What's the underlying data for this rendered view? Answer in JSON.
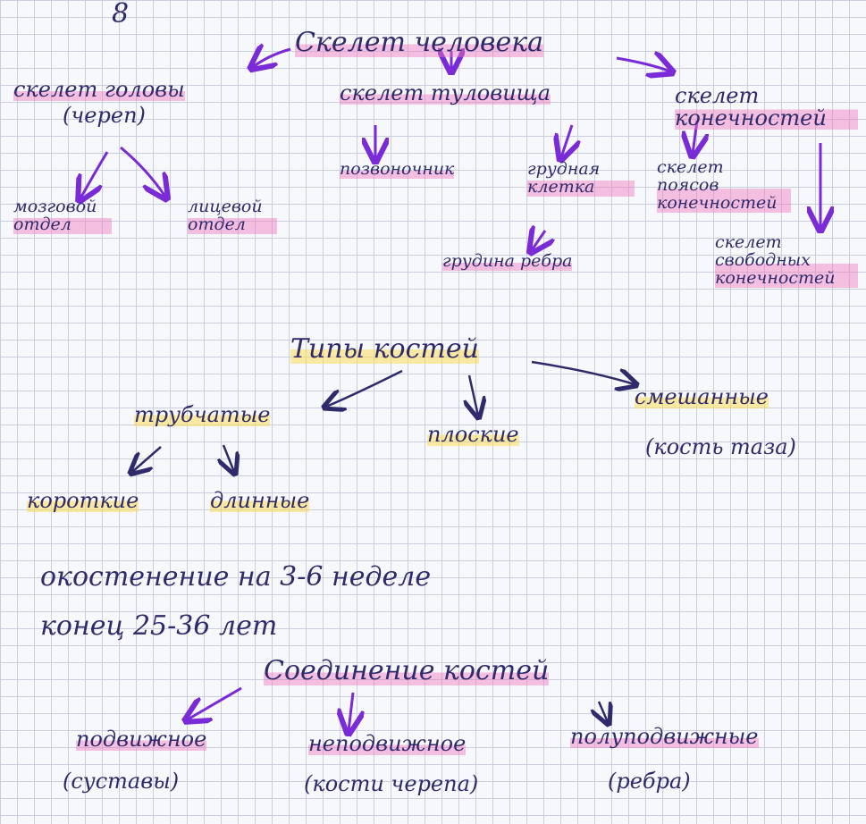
{
  "heading_fragment": "8",
  "skeleton": {
    "title": "Скелет человека",
    "head": "скелет головы",
    "head_sub": "(череп)",
    "cranial": "мозговой отдел",
    "facial": "лицевой отдел",
    "trunk": "скелет туловища",
    "spine": "позвоночник",
    "chest": "грудная клетка",
    "chest_parts": "грудина ребра",
    "limbs": "скелет конечностей",
    "girdles": "скелет поясов конечностей",
    "free_limbs": "скелет свободных конечностей"
  },
  "bone_types": {
    "title": "Типы костей",
    "tubular": "трубчатые",
    "flat": "плоские",
    "mixed": "смешанные",
    "mixed_sub": "(кость таза)",
    "short": "короткие",
    "long": "длинные"
  },
  "notes": {
    "line1": "окостенение на 3-6 неделе",
    "line2": "конец 25-36 лет"
  },
  "joints": {
    "title": "Соединение костей",
    "movable": "подвижное",
    "movable_sub": "(суставы)",
    "immovable": "неподвижное",
    "immovable_sub": "(кости черепа)",
    "semi": "полуподвижные",
    "semi_sub": "(ребра)"
  },
  "colors": {
    "ink": "#2f2a6b",
    "purple_arrow": "#7a2ad6",
    "pink_highlight": "#f078be",
    "yellow_highlight": "#fadc5a"
  }
}
